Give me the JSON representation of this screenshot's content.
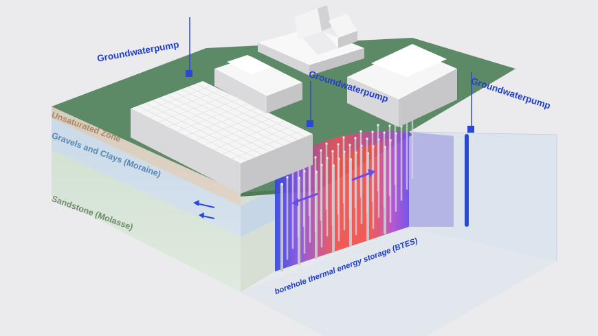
{
  "pumps": [
    {
      "label": "Groundwaterpump"
    },
    {
      "label": "Groundwaterpump"
    },
    {
      "label": "Groundwaterpump"
    }
  ],
  "layers": [
    {
      "label": "Unsaturated Zone",
      "color": "#a88a6a"
    },
    {
      "label": "Gravels and Clays (Moraine)",
      "color": "#5a87b4"
    },
    {
      "label": "Sandstone (Molasse)",
      "color": "#6e8a6a"
    }
  ],
  "storage": {
    "label": "borehole thermal energy storage (BTES)"
  },
  "colors": {
    "accent": "#1f3fc8",
    "hot": "#f0504a",
    "cold": "#3046e0",
    "grass": "#5d8a66"
  }
}
